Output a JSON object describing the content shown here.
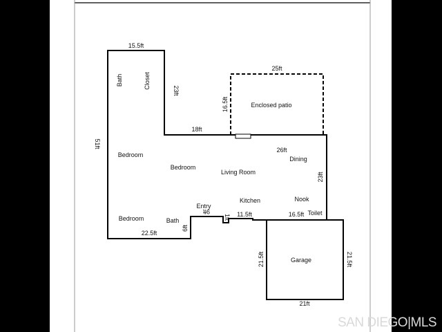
{
  "dimensions": {
    "left_wing_top": "15.5ft",
    "left_wing_inner": "23ft",
    "main_top": "18ft",
    "left_side": "51ft",
    "patio_top": "25ft",
    "patio_side": "16.5ft",
    "dining_span": "26ft",
    "right_side": "23ft",
    "bottom_left": "22.5ft",
    "bath_notch": "6ft",
    "entry_width": "9ft",
    "entry_small": "1ft",
    "kitchen_bottom": "11.5ft",
    "toilet_span": "16.5ft",
    "garage_left": "21.5ft",
    "garage_right": "21.5ft",
    "garage_bottom": "21ft"
  },
  "rooms": {
    "bath_top": "Bath",
    "closet": "Closet",
    "enclosed_patio": "Enclosed patio",
    "bedroom_left": "Bedroom",
    "bedroom_center": "Bedroom",
    "living_room": "Living Room",
    "dining": "Dining",
    "kitchen": "Kitchen",
    "nook": "Nook",
    "entry": "Entry",
    "toilet": "Toilet",
    "bedroom_bottom": "Bedroom",
    "bath_bottom": "Bath",
    "garage": "Garage"
  },
  "watermark": "SAN DIEGO|MLS"
}
